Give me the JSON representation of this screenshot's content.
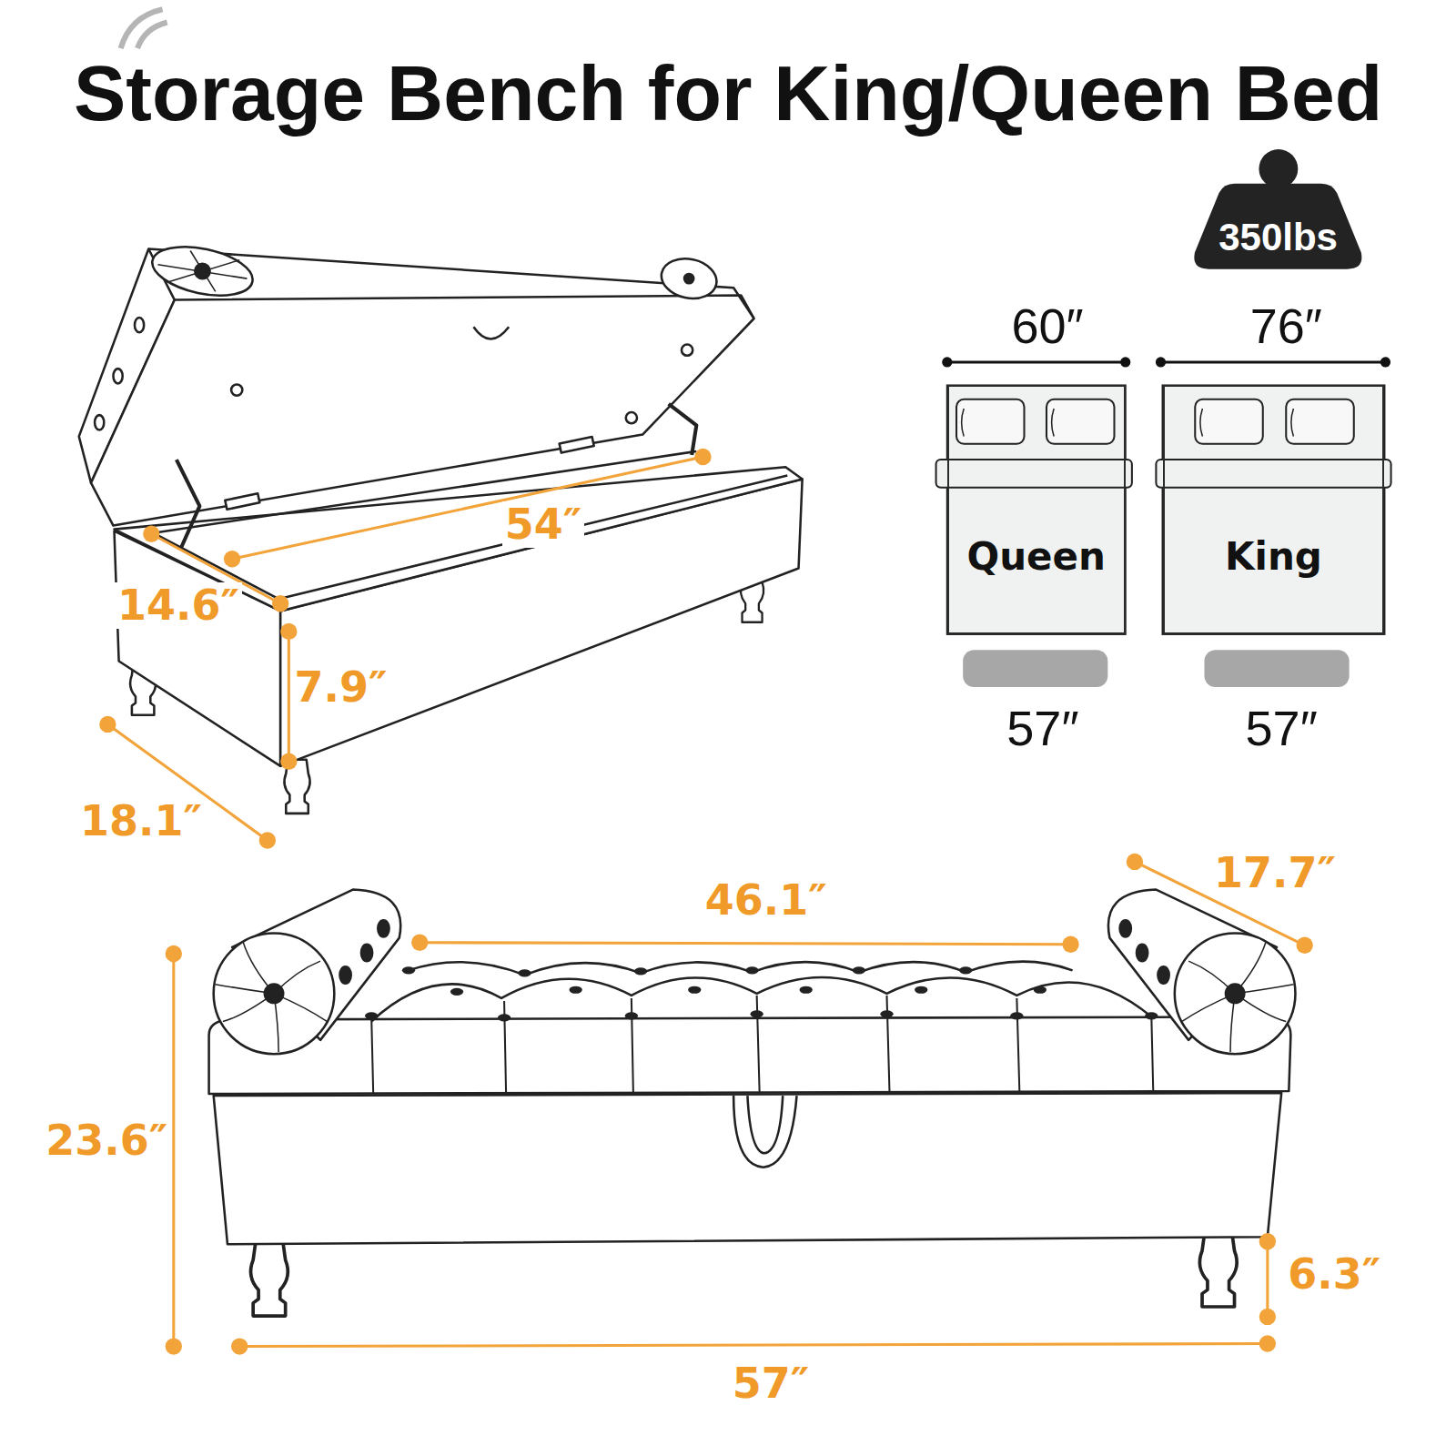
{
  "diagram": {
    "title": "Storage Bench for King/Queen Bed",
    "nodes": [
      {
        "text": [
          "350lbs"
        ]
      },
      {
        "text": [
          "Queen"
        ]
      },
      {
        "text": [
          "King"
        ]
      }
    ],
    "labels": [
      "54″",
      "14.6″",
      "7.9″",
      "18.1″",
      "46.1″",
      "17.7″",
      "23.6″",
      "6.3″",
      "57″",
      "60″",
      "76″",
      "57″",
      "57″"
    ]
  }
}
